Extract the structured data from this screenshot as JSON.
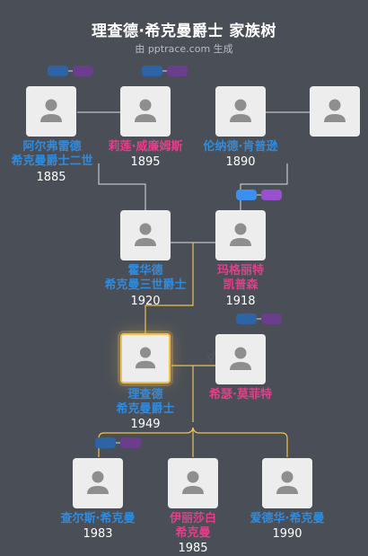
{
  "header": {
    "title": "理查德·希克曼爵士 家族树",
    "subtitle": "由 pptrace.com 生成"
  },
  "watermark": "pptrace",
  "people": {
    "p1": {
      "name1": "阿尔弗雷德",
      "name2": "希克曼爵士二世",
      "year": "1885",
      "gender": "male"
    },
    "p2": {
      "name1": "莉莲·威廉姆斯",
      "name2": "",
      "year": "1895",
      "gender": "female"
    },
    "p3": {
      "name1": "伦纳德·肯普逊",
      "name2": "",
      "year": "1890",
      "gender": "male"
    },
    "p4": {
      "name1": "",
      "name2": "",
      "year": "",
      "gender": "unknown"
    },
    "p5": {
      "name1": "霍华德",
      "name2": "希克曼三世爵士",
      "year": "1920",
      "gender": "male"
    },
    "p6": {
      "name1": "玛格丽特",
      "name2": "凯普森",
      "year": "1918",
      "gender": "female"
    },
    "p7": {
      "name1": "理查德",
      "name2": "希克曼爵士",
      "year": "1949",
      "gender": "male"
    },
    "p8": {
      "name1": "希瑟·莫菲特",
      "name2": "",
      "year": "",
      "gender": "female"
    },
    "p9": {
      "name1": "查尔斯·希克曼",
      "name2": "",
      "year": "1983",
      "gender": "male"
    },
    "p10": {
      "name1": "伊丽莎白",
      "name2": "希克曼",
      "year": "1985",
      "gender": "female"
    },
    "p11": {
      "name1": "爱德华·希克曼",
      "name2": "",
      "year": "1990",
      "gender": "male"
    }
  },
  "colors": {
    "background": "#4a4f57",
    "male": "#2f8be0",
    "female": "#e23f8a",
    "focus_line": "#f2c04a",
    "line": "#dcdcdc"
  }
}
